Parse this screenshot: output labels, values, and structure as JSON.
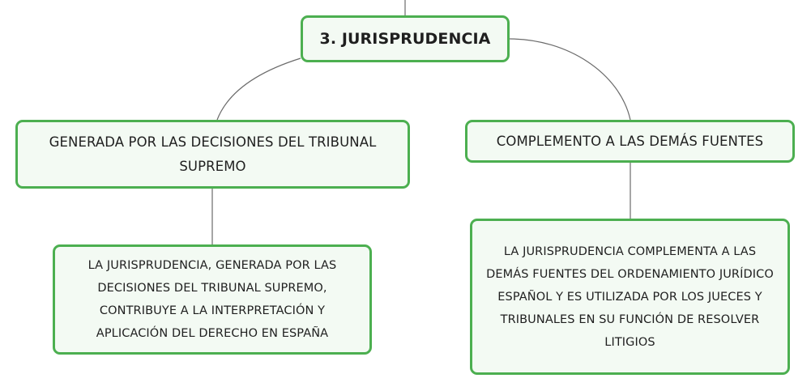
{
  "diagram": {
    "root": {
      "label": "3. JURISPRUDENCIA"
    },
    "branches": [
      {
        "label": "GENERADA POR LAS DECISIONES DEL TRIBUNAL SUPREMO",
        "child": "LA JURISPRUDENCIA, GENERADA POR LAS DECISIONES DEL TRIBUNAL SUPREMO, CONTRIBUYE A LA INTERPRETACIÓN Y APLICACIÓN DEL DERECHO EN ESPAÑA"
      },
      {
        "label": "COMPLEMENTO A LAS DEMÁS FUENTES",
        "child": "LA JURISPRUDENCIA COMPLEMENTA A LAS DEMÁS FUENTES DEL ORDENAMIENTO JURÍDICO ESPAÑOL Y ES UTILIZADA POR LOS JUECES Y TRIBUNALES EN SU FUNCIÓN DE RESOLVER LITIGIOS"
      }
    ]
  },
  "colors": {
    "node_border": "#4caf50",
    "node_fill": "#f3faf3",
    "connector": "#6b6b6b",
    "text": "#1f1f1f"
  }
}
